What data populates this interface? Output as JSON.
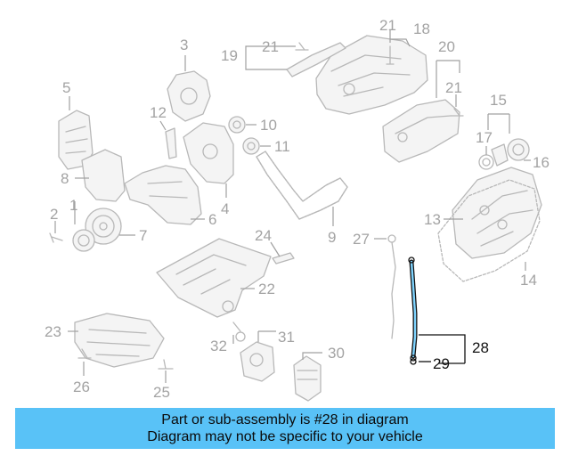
{
  "banner": {
    "line1": "Part or sub-assembly is #28 in diagram",
    "line2": "Diagram may not be specific to your vehicle"
  },
  "highlighted_part": "28",
  "colors": {
    "banner_background": "#59c2f7",
    "part_outline": "#b8b8b8",
    "label_gray": "#a3a3a3",
    "highlight": "#111111",
    "highlight_fill": "#7fd4ff"
  },
  "labels": {
    "p1": "1",
    "p2": "2",
    "p3": "3",
    "p4": "4",
    "p5": "5",
    "p6": "6",
    "p7": "7",
    "p8": "8",
    "p9": "9",
    "p10": "10",
    "p11": "11",
    "p12": "12",
    "p13": "13",
    "p14": "14",
    "p15": "15",
    "p16": "16",
    "p17": "17",
    "p18": "18",
    "p19": "19",
    "p20": "20",
    "p21": "21",
    "p22": "22",
    "p23": "23",
    "p24": "24",
    "p25": "25",
    "p26": "26",
    "p27": "27",
    "p28": "28",
    "p29": "29",
    "p30": "30",
    "p31": "31",
    "p32": "32"
  }
}
